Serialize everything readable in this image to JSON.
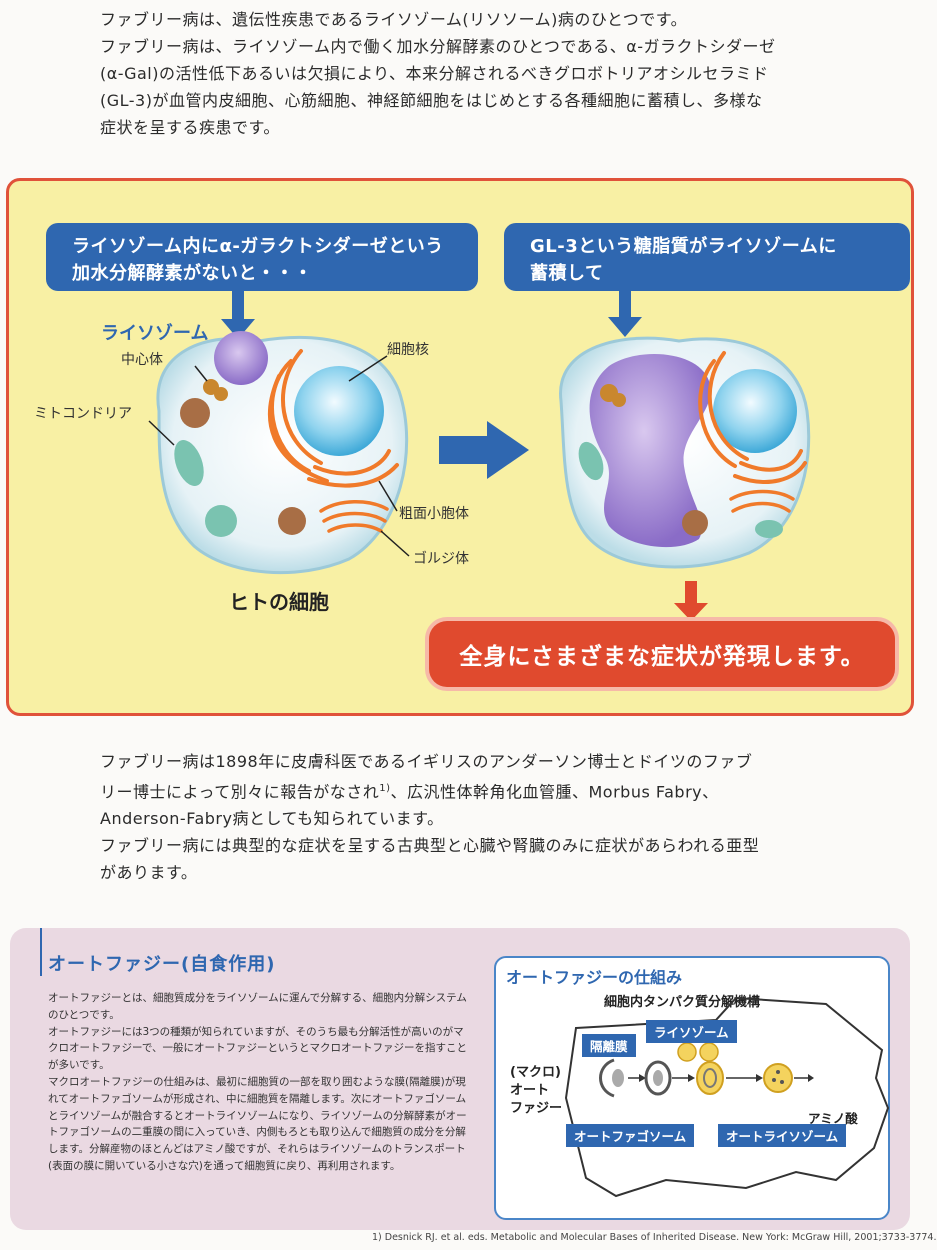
{
  "intro": {
    "line1": "ファブリー病は、遺伝性疾患であるライソゾーム(リソソーム)病のひとつです。",
    "line2": "ファブリー病は、ライソゾーム内で働く加水分解酵素のひとつである、α-ガラクトシダーゼ",
    "line3": "(α-Gal)の活性低下あるいは欠損により、本来分解されるべきグロボトリアオシルセラミド",
    "line4": "(GL-3)が血管内皮細胞、心筋細胞、神経節細胞をはじめとする各種細胞に蓄積し、多様な",
    "line5": "症状を呈する疾患です。"
  },
  "diagram": {
    "left_bubble_line1": "ライソゾーム内にα-ガラクトシダーゼという",
    "left_bubble_line2": "加水分解酵素がないと・・・",
    "right_bubble_line1": "GL-3という糖脂質がライソゾームに",
    "right_bubble_line2": "蓄積して",
    "lysosome": "ライソゾーム",
    "centrosome": "中心体",
    "mitochondria": "ミトコンドリア",
    "nucleus": "細胞核",
    "rough_er": "粗面小胞体",
    "golgi": "ゴルジ体",
    "human_cell": "ヒトの細胞",
    "symptoms": "全身にさまざまな症状が発現します。"
  },
  "history": {
    "line1": "ファブリー病は1898年に皮膚科医であるイギリスのアンダーソン博士とドイツのファブ",
    "line2": "リー博士によって別々に報告がなされ",
    "line2_sup": "1)",
    "line2_end": "、広汎性体幹角化血管腫、Morbus Fabry、",
    "line3": "Anderson-Fabry病としても知られています。",
    "line4": "ファブリー病には典型的な症状を呈する古典型と心臓や腎臓のみに症状があらわれる亜型",
    "line5": "があります。"
  },
  "autophagy": {
    "title": "オートファジー(自食作用)",
    "body1": "オートファジーとは、細胞質成分をライソゾームに運んで分解する、細胞内分解システムのひとつです。",
    "body2": "オートファジーには3つの種類が知られていますが、そのうち最も分解活性が高いのがマクロオートファジーで、一般にオートファジーというとマクロオートファジーを指すことが多いです。",
    "body3": "マクロオートファジーの仕組みは、最初に細胞質の一部を取り囲むような膜(隔離膜)が現れてオートファゴソームが形成され、中に細胞質を隔離します。次にオートファゴソームとライソゾームが融合するとオートライソゾームになり、ライソゾームの分解酵素がオートファゴソームの二重膜の間に入っていき、内側もろとも取り込んで細胞質の成分を分解します。分解産物のほとんどはアミノ酸ですが、それらはライソゾームのトランスポート(表面の膜に開いている小さな穴)を通って細胞質に戻り、再利用されます。",
    "mech_title": "オートファジーの仕組み",
    "mech_subtitle": "細胞内タンパク質分解機構",
    "macro_line1": "(マクロ)",
    "macro_line2": "オート",
    "macro_line3": "ファジー",
    "isolation_membrane": "隔離膜",
    "lysosome": "ライソゾーム",
    "autophagosome": "オートファゴソーム",
    "autolysosome": "オートライソゾーム",
    "amino_acid": "アミノ酸"
  },
  "footnote": "1) Desnick RJ. et al. eds. Metabolic and Molecular Bases of Inherited Disease. New York: McGraw Hill, 2001;3733-3774.",
  "colors": {
    "accent_blue": "#2f67b0",
    "alert_red": "#e04a2e",
    "panel_yellow": "#f8f0a4",
    "panel_border": "#e0523a",
    "box_pink": "#ead9e2"
  }
}
